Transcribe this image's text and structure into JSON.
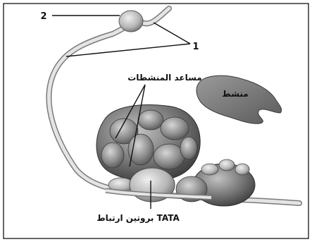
{
  "diagram": {
    "labels": {
      "number_2": "2",
      "number_1": "1",
      "coactivator": "مساعد المنشطات",
      "activator": "منشط",
      "tata_binding": "بروتين ارتباط TATA"
    },
    "colors": {
      "frame": "#000000",
      "dna_outer": "#7d7d7d",
      "dna_inner": "#d9d9d9",
      "protein_dark": "#6e6e6e",
      "protein_light": "#bdbdbd",
      "label": "#111111"
    }
  }
}
